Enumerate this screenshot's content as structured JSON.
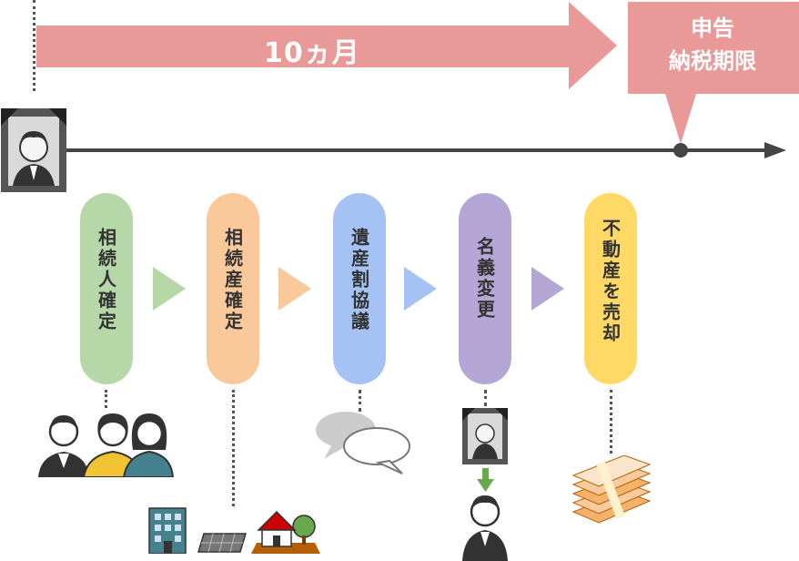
{
  "timeline": {
    "duration_label": "10ヵ月",
    "deadline_line1": "申告",
    "deadline_line2": "納税期限"
  },
  "steps": [
    {
      "label": "相続人確定",
      "color": "#b6d7a8"
    },
    {
      "label": "相続産確定",
      "color": "#f9c89b"
    },
    {
      "label": "遺産割協議",
      "color": "#a4c2f4"
    },
    {
      "label": "名義変更",
      "color": "#b4a7d6"
    },
    {
      "label": "不動産を売却",
      "color": "#ffd966"
    }
  ],
  "colors": {
    "arrow": "#ea9999",
    "timeline": "#444444"
  },
  "icons": [
    "deceased-portrait-icon",
    "heirs-icon",
    "building-icon",
    "land-icon",
    "house-icon",
    "speech-bubbles-icon",
    "name-change-icon",
    "money-stack-icon"
  ]
}
